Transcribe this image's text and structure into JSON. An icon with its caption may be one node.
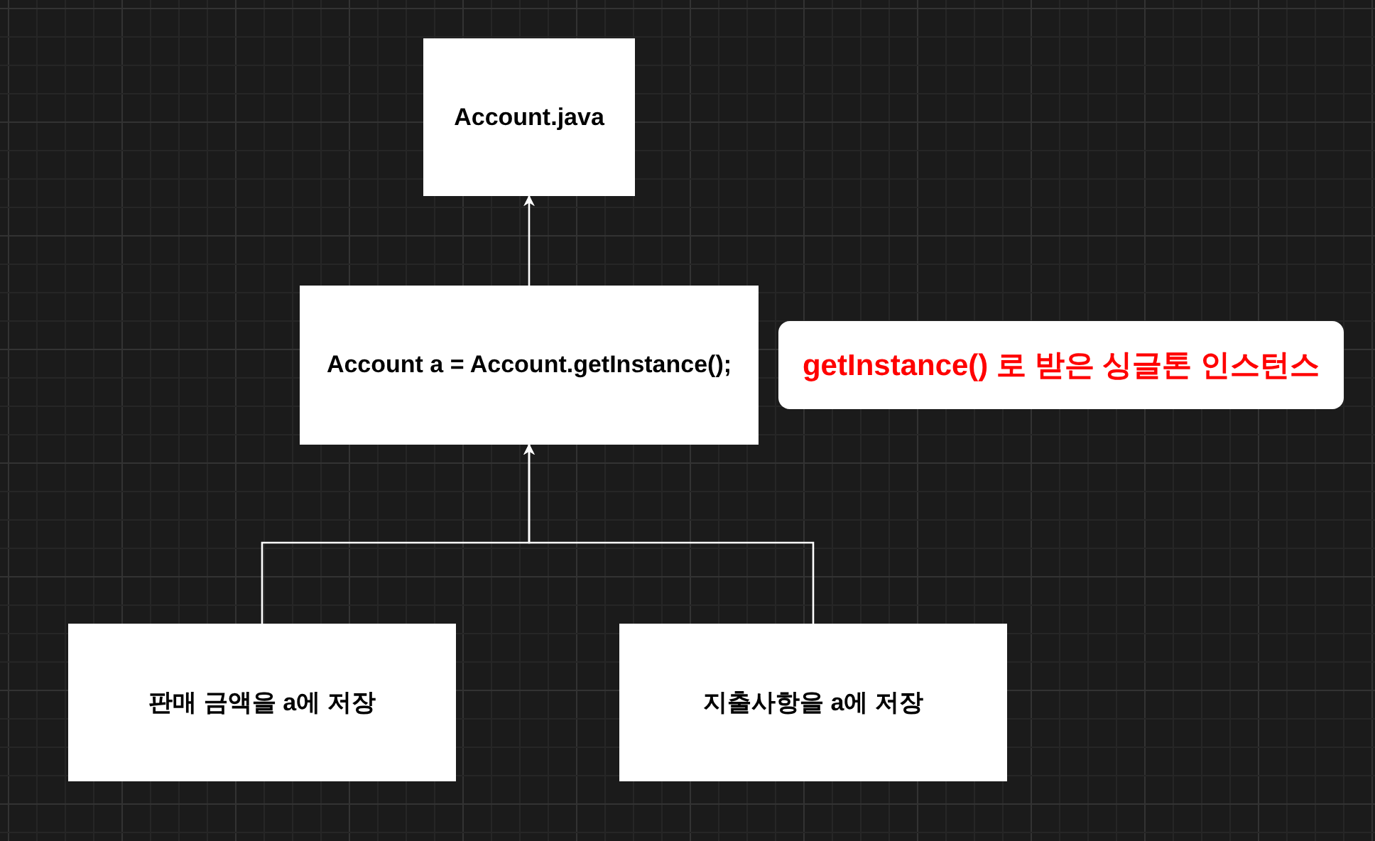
{
  "diagram": {
    "nodes": [
      {
        "text": [
          "Account.java"
        ]
      },
      {
        "text": [
          "Account a = Account.getInstance();"
        ]
      },
      {
        "text": [
          "getInstance() 로 받은 싱글톤 인스턴스"
        ]
      },
      {
        "text": [
          "판매 금액을 a에 저장"
        ]
      },
      {
        "text": [
          "지출사항을 a에 저장"
        ]
      }
    ],
    "edges": [
      {
        "from": 1,
        "to": 0,
        "arrow": "to"
      },
      {
        "from": 3,
        "to": 1,
        "arrow": "to"
      },
      {
        "from": 4,
        "to": 1,
        "arrow": "to"
      }
    ]
  }
}
